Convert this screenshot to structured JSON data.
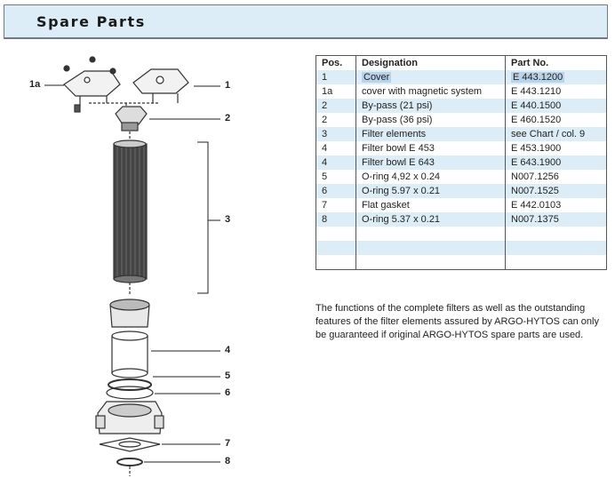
{
  "title": "Spare Parts",
  "table": {
    "headers": [
      "Pos.",
      "Designation",
      "Part No."
    ],
    "rows": [
      {
        "pos": "1",
        "designation": "Cover",
        "part": "E 443.1200"
      },
      {
        "pos": "1a",
        "designation": "cover with magnetic system",
        "part": "E 443.1210"
      },
      {
        "pos": "2",
        "designation": "By-pass (21 psi)",
        "part": "E 440.1500"
      },
      {
        "pos": "2",
        "designation": "By-pass (36 psi)",
        "part": "E 460.1520"
      },
      {
        "pos": "3",
        "designation": "Filter elements",
        "part": "see Chart / col. 9"
      },
      {
        "pos": "4",
        "designation": "Filter bowl E 453",
        "part": "E 453.1900"
      },
      {
        "pos": "4",
        "designation": "Filter bowl E 643",
        "part": "E 643.1900"
      },
      {
        "pos": "5",
        "designation": "O-ring 4,92 x 0.24",
        "part": "N007.1256"
      },
      {
        "pos": "6",
        "designation": "O-ring 5.97 x 0.21",
        "part": "N007.1525"
      },
      {
        "pos": "7",
        "designation": "Flat gasket",
        "part": "E 442.0103"
      },
      {
        "pos": "8",
        "designation": "O-ring 5.37 x 0.21",
        "part": "N007.1375"
      }
    ]
  },
  "note": "The functions of the complete filters as well as the outstanding features of the filter elements assured by ARGO-HYTOS can only be guaranteed if original ARGO-HYTOS spare parts are used.",
  "diagram_labels": {
    "l1a": "1a",
    "l1": "1",
    "l2": "2",
    "l3": "3",
    "l4": "4",
    "l5": "5",
    "l6": "6",
    "l7": "7",
    "l8": "8"
  }
}
